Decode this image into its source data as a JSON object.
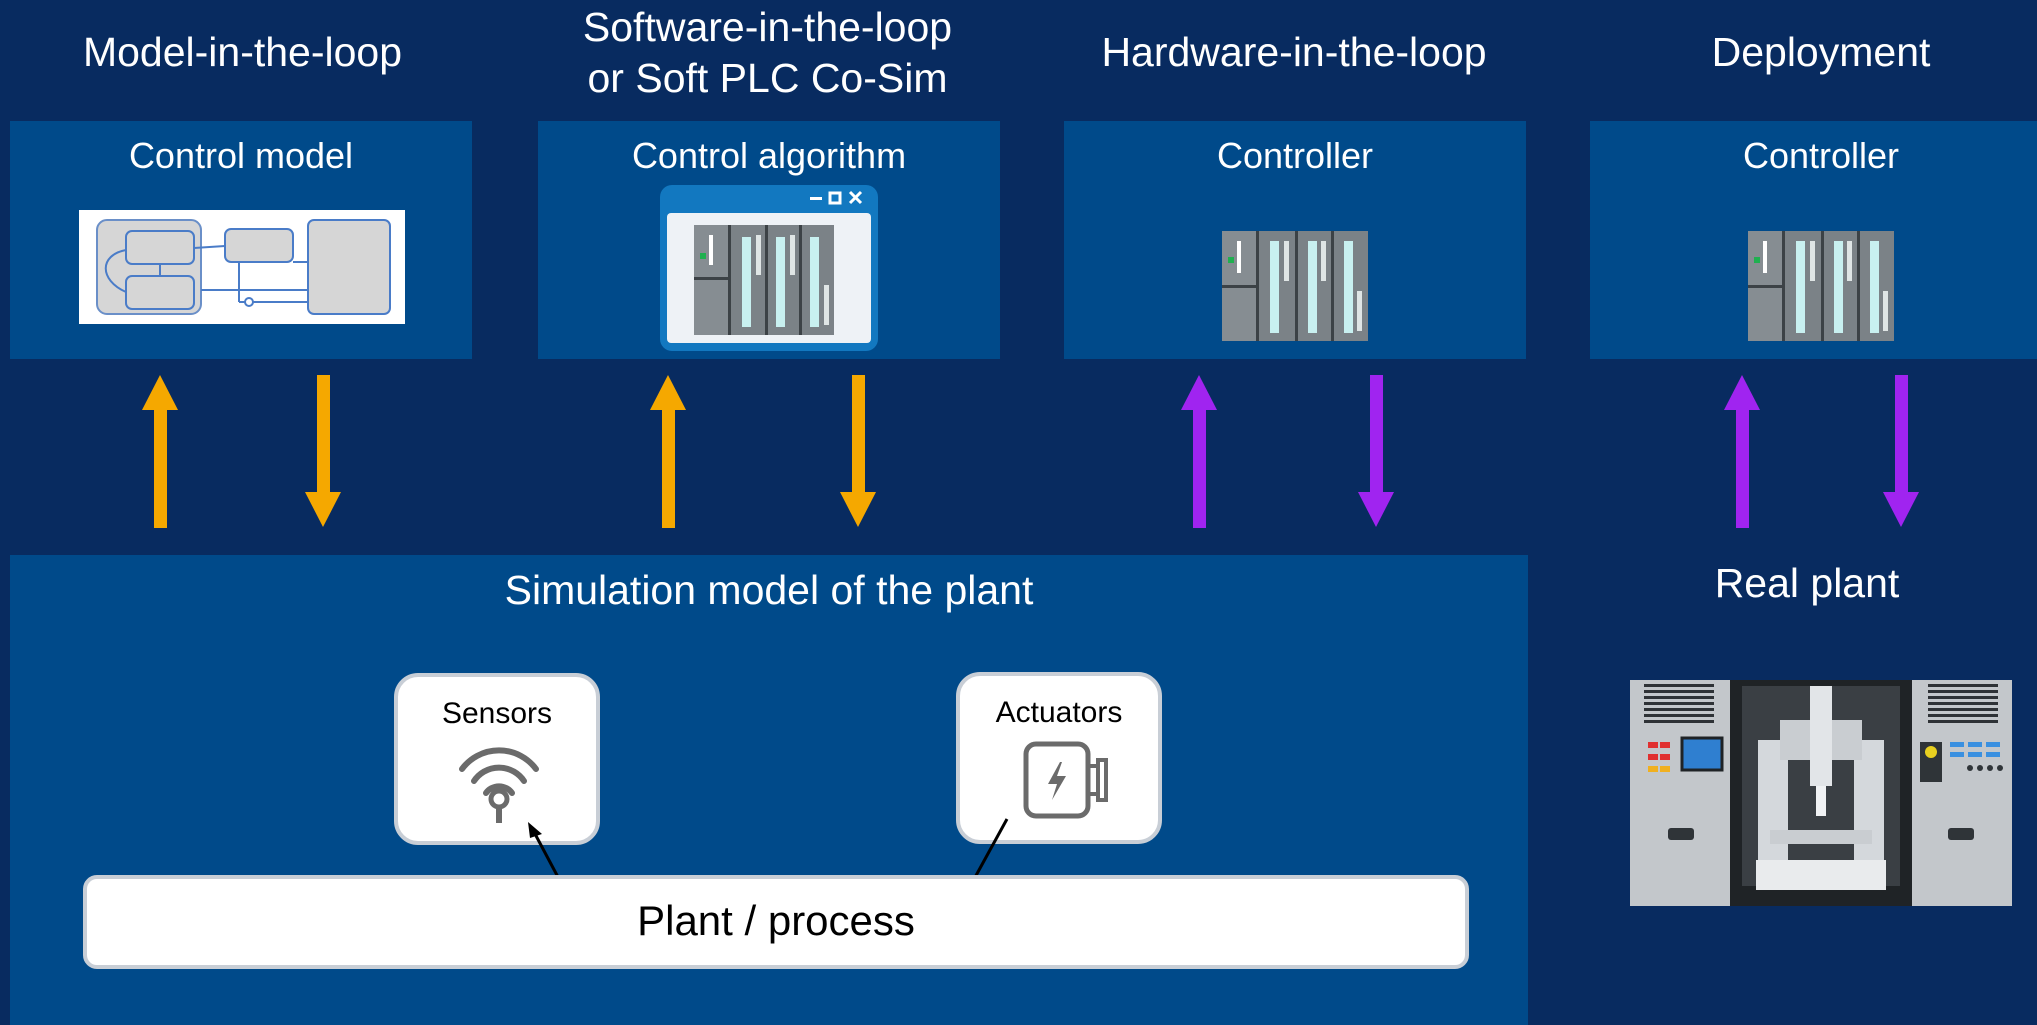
{
  "columns": [
    {
      "title": "Model-in-the-loop",
      "box_label": "Control model"
    },
    {
      "title_line1": "Software-in-the-loop",
      "title_line2": "or Soft PLC Co-Sim",
      "box_label": "Control algorithm"
    },
    {
      "title": "Hardware-in-the-loop",
      "box_label": "Controller"
    },
    {
      "title": "Deployment",
      "box_label": "Controller"
    }
  ],
  "simulation": {
    "title": "Simulation model of the plant",
    "sensors_label": "Sensors",
    "actuators_label": "Actuators",
    "plant_label": "Plant / process"
  },
  "real_plant": {
    "title": "Real plant"
  },
  "colors": {
    "background": "#082b60",
    "panel": "#004a8a",
    "arrow_simulation": "#f5a800",
    "arrow_hardware": "#a024f0"
  },
  "icons": [
    "statechart-icon",
    "software-window-icon",
    "plc-icon",
    "wireless-sensor-icon",
    "actuator-motor-icon",
    "machine-tool-icon"
  ]
}
